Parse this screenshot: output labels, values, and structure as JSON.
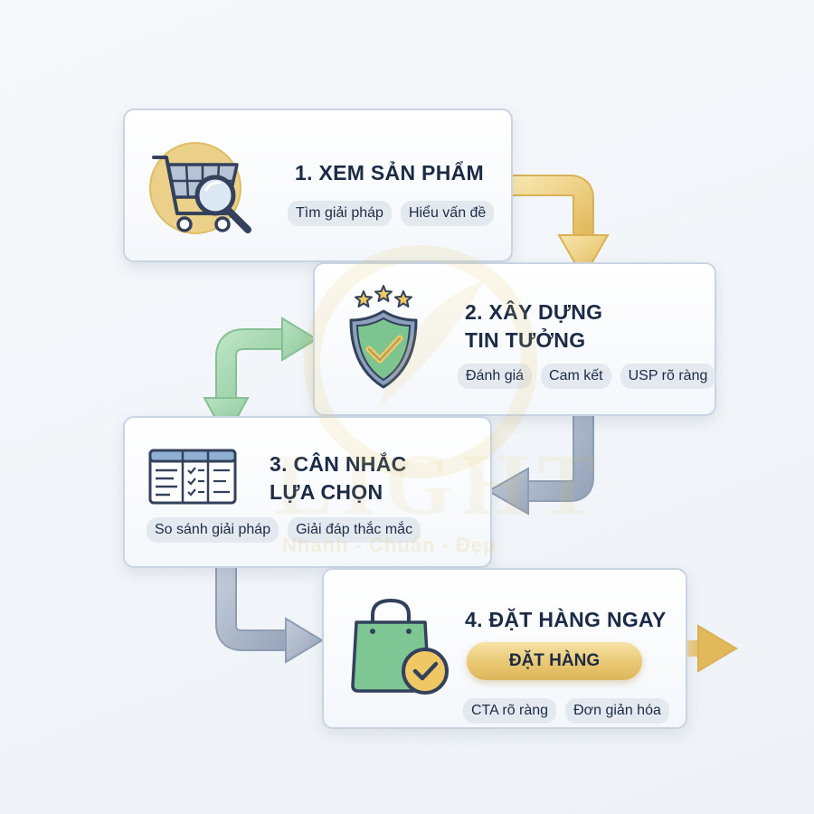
{
  "steps": [
    {
      "title": "1. XEM SẢN PHẨM",
      "tags": [
        "Tìm giải pháp",
        "Hiểu vấn đề"
      ],
      "icon": "shopping-cart-search-icon"
    },
    {
      "title_lines": [
        "2. XÂY DỰNG",
        "TIN TƯỞNG"
      ],
      "tags": [
        "Đánh giá",
        "Cam kết",
        "USP rõ ràng"
      ],
      "icon": "shield-check-stars-icon"
    },
    {
      "title_lines": [
        "3. CÂN NHẮC",
        "LỰA CHỌN"
      ],
      "tags": [
        "So sánh giải pháp",
        "Giải đáp thắc mắc"
      ],
      "icon": "comparison-table-icon"
    },
    {
      "title": "4. ĐẶT HÀNG NGAY",
      "cta_label": "ĐẶT HÀNG",
      "tags": [
        "CTA rõ ràng",
        "Đơn giản hóa"
      ],
      "icon": "shopping-bag-check-icon"
    }
  ],
  "watermark": {
    "word": "LIGHT",
    "tagline": "Nhanh - Chuẩn - Đẹp"
  },
  "colors": {
    "gold_arrow": "#e9c56a",
    "green_arrow": "#9dd3a8",
    "gray_arrow": "#a9b6c8",
    "card_border": "#c9d4e3",
    "text": "#1c2b45",
    "chip": "#e4e9f0"
  }
}
